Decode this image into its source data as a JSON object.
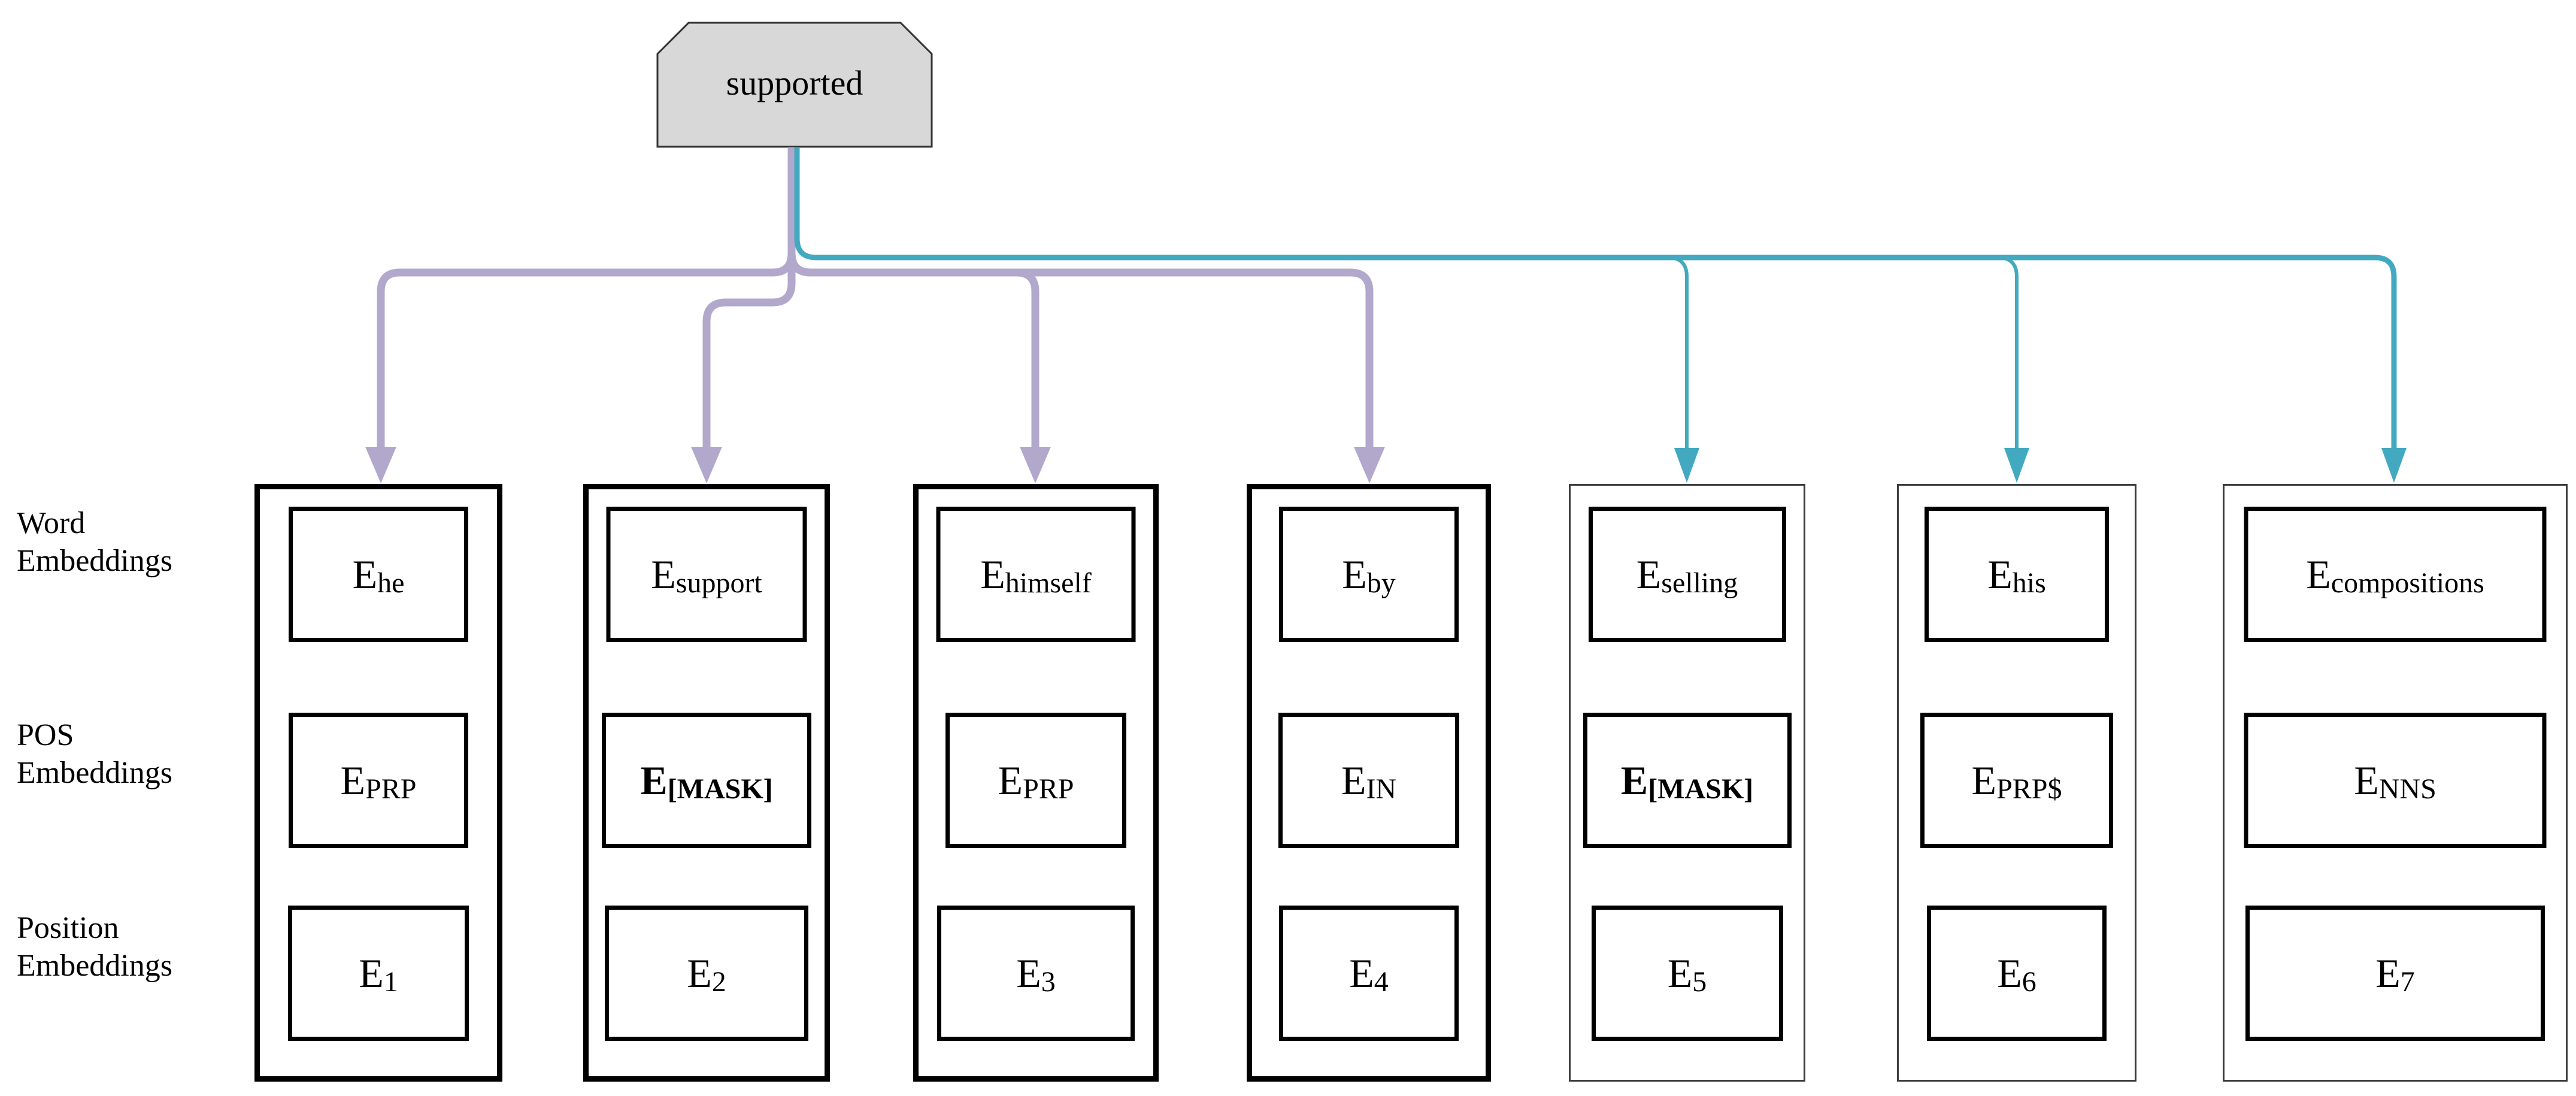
{
  "figure": {
    "root_token": "supported",
    "row_labels": [
      {
        "lines": [
          "Word",
          "Embeddings"
        ]
      },
      {
        "lines": [
          "POS",
          "Embeddings"
        ]
      },
      {
        "lines": [
          "Position",
          "Embeddings"
        ]
      }
    ],
    "columns": [
      {
        "group": "purple",
        "word": {
          "main": "E",
          "sub": "he"
        },
        "pos": {
          "main": "E",
          "sub": "PRP",
          "bold": false
        },
        "position": {
          "main": "E",
          "sub": "1"
        }
      },
      {
        "group": "purple",
        "word": {
          "main": "E",
          "sub": "support"
        },
        "pos": {
          "main": "E",
          "sub": "[MASK]",
          "bold": true
        },
        "position": {
          "main": "E",
          "sub": "2"
        }
      },
      {
        "group": "purple",
        "word": {
          "main": "E",
          "sub": "himself"
        },
        "pos": {
          "main": "E",
          "sub": "PRP",
          "bold": false
        },
        "position": {
          "main": "E",
          "sub": "3"
        }
      },
      {
        "group": "purple",
        "word": {
          "main": "E",
          "sub": "by"
        },
        "pos": {
          "main": "E",
          "sub": "IN",
          "bold": false
        },
        "position": {
          "main": "E",
          "sub": "4"
        }
      },
      {
        "group": "teal",
        "word": {
          "main": "E",
          "sub": "selling"
        },
        "pos": {
          "main": "E",
          "sub": "[MASK]",
          "bold": true
        },
        "position": {
          "main": "E",
          "sub": "5"
        }
      },
      {
        "group": "teal",
        "word": {
          "main": "E",
          "sub": "his"
        },
        "pos": {
          "main": "E",
          "sub": "PRP$",
          "bold": false
        },
        "position": {
          "main": "E",
          "sub": "6"
        }
      },
      {
        "group": "teal",
        "word": {
          "main": "E",
          "sub": "compositions"
        },
        "pos": {
          "main": "E",
          "sub": "NNS",
          "bold": false
        },
        "position": {
          "main": "E",
          "sub": "7"
        }
      }
    ],
    "colors": {
      "purple_arrow": "#b2a8cc",
      "teal_arrow": "#42a9c1",
      "node_fill": "#d8d8d8",
      "node_border": "#333333",
      "box_border": "#000000"
    }
  }
}
